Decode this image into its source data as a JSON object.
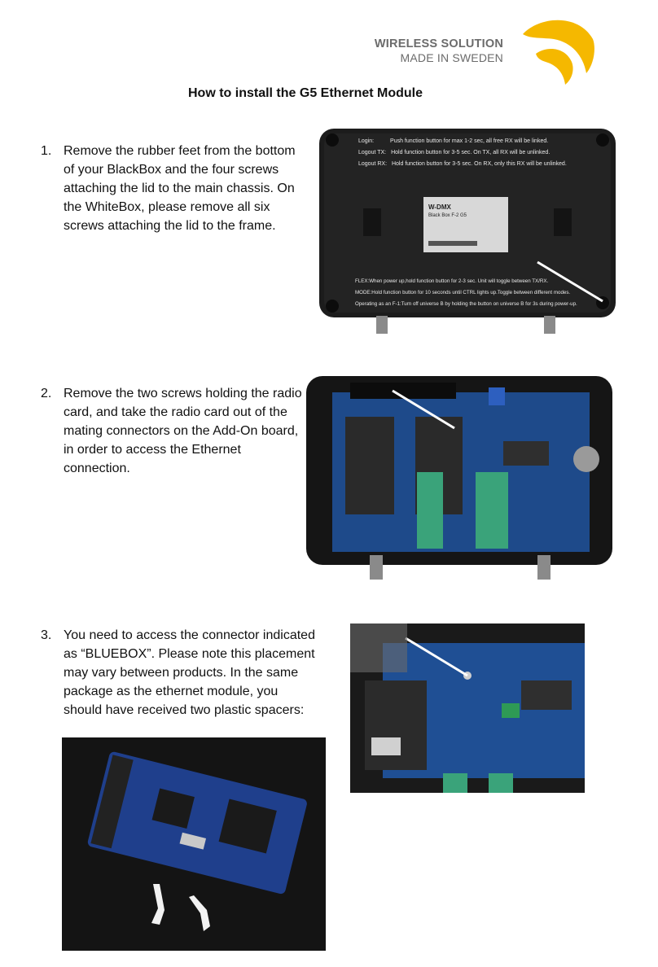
{
  "brand": {
    "line1": "WIRELESS SOLUTION",
    "line2": "MADE IN SWEDEN",
    "accent_color": "#f5b800",
    "logo_icon": "signal-wave-logo-icon"
  },
  "title": "How to install the G5 Ethernet Module",
  "steps": [
    {
      "number": "1.",
      "text": "Remove the rubber feet from the bottom of your BlackBox and the four screws attaching the lid to the main chassis. On the WhiteBox, please remove all six screws attaching the lid to the frame."
    },
    {
      "number": "2.",
      "text": "Remove the two screws holding the radio card, and take the radio card out of the mating connectors on the Add-On board, in order to access the Ethernet connection."
    },
    {
      "number": "3.",
      "text": "You need to access the connector indicated as “BLUEBOX”. Please note this placement may vary between products. In the same package as the ethernet module, you should have received two plastic spacers:"
    }
  ],
  "lid_photo": {
    "login_label": "Login:",
    "login_text": "Push function button for max 1-2 sec, all free RX will be linked.",
    "logout_tx_label": "Logout TX:",
    "logout_tx_text": "Hold function button for 3-5 sec. On TX, all RX will be unlinked.",
    "logout_rx_label": "Logout RX:",
    "logout_rx_text": "Hold function button for 3-5 sec. On RX, only this RX will be unlinked.",
    "label_brand": "W-DMX",
    "label_model": "Black Box F-2 G5",
    "flex_text": "FLEX:When power up,hold function button for 2-3 sec. Unit will toggle between TX/RX.",
    "mode_text": "MODE:Hold function button for 10 seconds until CTRL lights up.Toggle between different modes.",
    "operating_text": "Operating as an F-1:Turn off universe B by holding the button on universe B for 3s during power-up."
  }
}
